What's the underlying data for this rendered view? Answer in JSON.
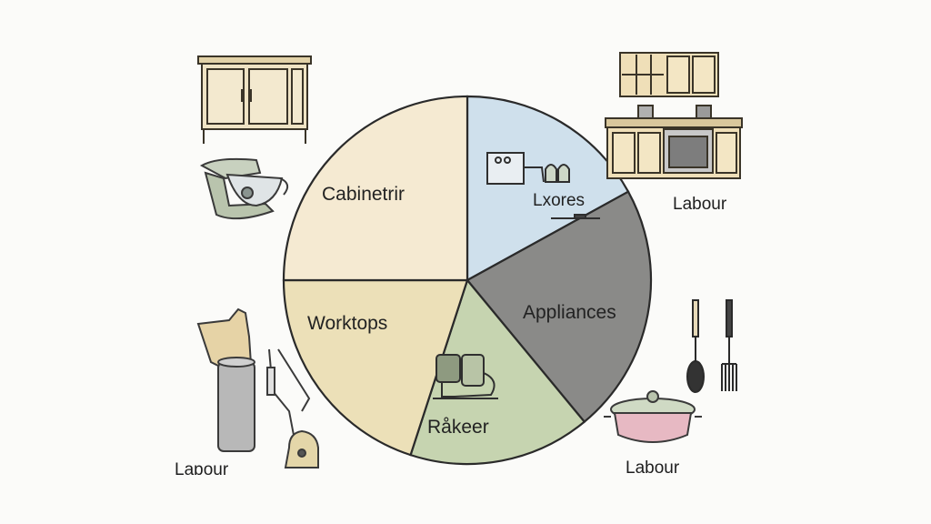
{
  "diagram": {
    "segments": [
      {
        "label": "Cabinetrir",
        "color": "#f5ead2",
        "share": 0.25
      },
      {
        "label": "Lxores",
        "color": "#cfe0ec",
        "share": 0.17
      },
      {
        "label": "Appliances",
        "color": "#8a8a88",
        "share": 0.22
      },
      {
        "label": "Råkeer",
        "color": "#c6d4b0",
        "share": 0.16
      },
      {
        "label": "Worktops",
        "color": "#ece0b8",
        "share": 0.2
      }
    ],
    "outer_labels": {
      "top_right": "Labour",
      "bottom_left": "Laɒour",
      "bottom_right": "Labour"
    },
    "icons": [
      "cabinet-icon",
      "stand-mixer-icon",
      "kitchen-units-icon",
      "utensils-icon",
      "cooking-pot-icon",
      "paper-towel-icon",
      "drill-icon",
      "kettle-icon",
      "faucet-icon",
      "coffee-machine-icon"
    ]
  }
}
